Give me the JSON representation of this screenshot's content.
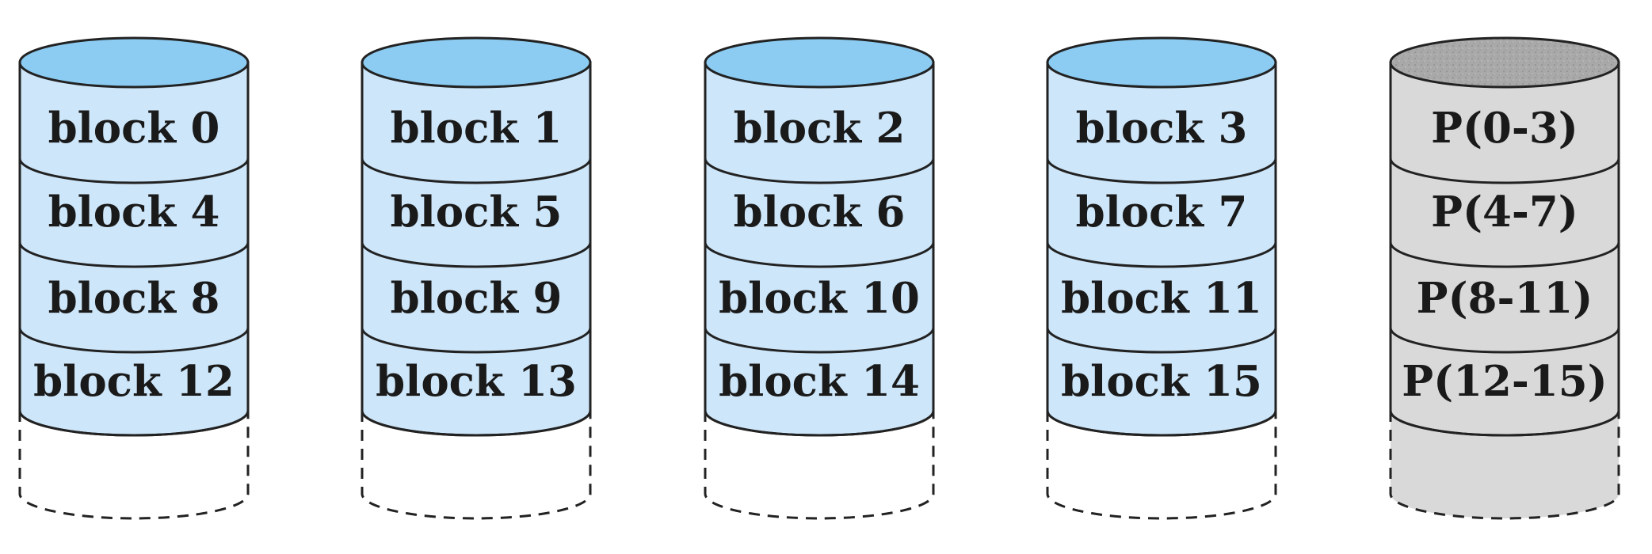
{
  "colors": {
    "data_body": "#cde6f9",
    "data_cap": "#8cccf2",
    "parity_body": "#d9d9d9",
    "parity_cap": "#a9a9a9",
    "outline": "#222222"
  },
  "disks": [
    {
      "kind": "data",
      "icon": "data-disk-icon",
      "blocks": [
        "block 0",
        "block 4",
        "block 8",
        "block 12"
      ]
    },
    {
      "kind": "data",
      "icon": "data-disk-icon",
      "blocks": [
        "block 1",
        "block 5",
        "block 9",
        "block 13"
      ]
    },
    {
      "kind": "data",
      "icon": "data-disk-icon",
      "blocks": [
        "block 2",
        "block 6",
        "block 10",
        "block 14"
      ]
    },
    {
      "kind": "data",
      "icon": "data-disk-icon",
      "blocks": [
        "block 3",
        "block 7",
        "block 11",
        "block 15"
      ]
    },
    {
      "kind": "parity",
      "icon": "parity-disk-icon",
      "blocks": [
        "P(0-3)",
        "P(4-7)",
        "P(8-11)",
        "P(12-15)"
      ]
    }
  ]
}
